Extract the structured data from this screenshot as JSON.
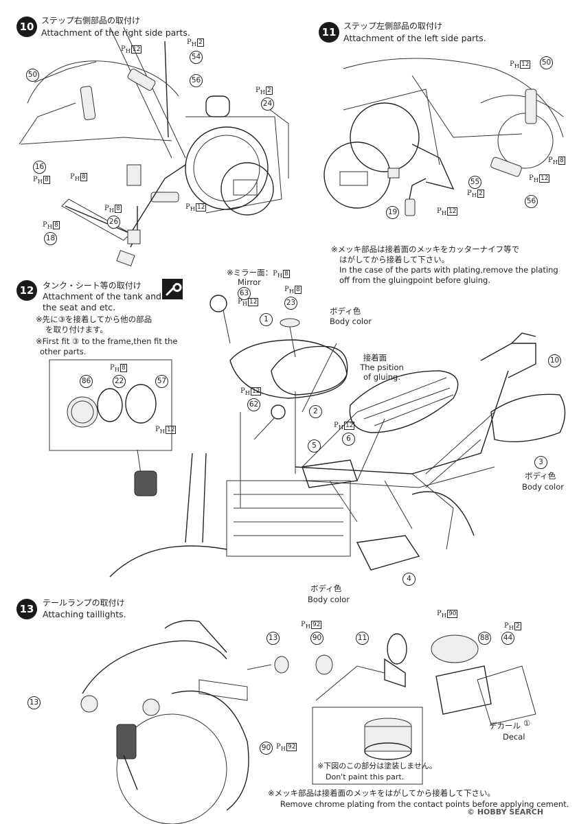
{
  "steps": {
    "s10": {
      "num": "10",
      "title_jp": "ステップ右側部品の取付け",
      "title_en": "Attachment of the right side parts."
    },
    "s11": {
      "num": "11",
      "title_jp": "ステップ左側部品の取付け",
      "title_en": "Attachment of the left side parts."
    },
    "s12": {
      "num": "12",
      "title_jp": "タンク・シート等の取付け",
      "title_en_1": "Attachment of the tank and",
      "title_en_2": "the seat and etc.",
      "note_jp_1": "※先に③を接着してから他の部品",
      "note_jp_2": "を取り付けます。",
      "note_en_1": "※First fit ③ to the frame,then fit the",
      "note_en_2": "other parts."
    },
    "s13": {
      "num": "13",
      "title_jp": "テールランプの取付け",
      "title_en": "Attaching taillights."
    }
  },
  "plating_note": {
    "jp_1": "※メッキ部品は接着面のメッキをカッターナイフ等で",
    "jp_2": "はがしてから接着して下さい。",
    "en_1": "In the case of the parts with plating,remove the plating",
    "en_2": "off from the gluingpoint before gluing."
  },
  "labels": {
    "mirror_jp": "※ミラー面：",
    "mirror_en": "Mirror",
    "body_color_jp": "ボディ色",
    "body_color_en": "Body color",
    "glue_jp": "接着面",
    "glue_en_1": "The psition",
    "glue_en_2": "of gluing.",
    "decal_jp": "デカール",
    "decal_en": "Decal",
    "decal_num": "①",
    "dont_paint_jp": "※下図のこの部分は塗装しません。",
    "dont_paint_en": "Don't paint this part.",
    "bottom_jp": "※メッキ部品は接着面のメッキをはがしてから接着して下さい。",
    "bottom_en": "Remove chrome plating from the contact points before applying cement."
  },
  "ph": {
    "prefix": "P",
    "sub": "H",
    "n2": "2",
    "n8": "8",
    "n12": "12",
    "n90": "90",
    "n92": "92"
  },
  "parts": {
    "p1": "1",
    "p2": "2",
    "p3": "3",
    "p4": "4",
    "p5": "5",
    "p6": "6",
    "p10": "10",
    "p11": "11",
    "p13": "13",
    "p16": "16",
    "p18": "18",
    "p19": "19",
    "p22": "22",
    "p23": "23",
    "p24": "24",
    "p26": "26",
    "p44": "44",
    "p50": "50",
    "p54": "54",
    "p55": "55",
    "p56": "56",
    "p57": "57",
    "p62": "62",
    "p63": "63",
    "p86": "86",
    "p88": "88",
    "p90": "90"
  },
  "watermark": {
    "brand": "HOBBY SEARCH"
  },
  "colors": {
    "ink": "#222222",
    "step_badge": "#1a1a1a"
  },
  "icons": [
    "wrench-icon"
  ]
}
